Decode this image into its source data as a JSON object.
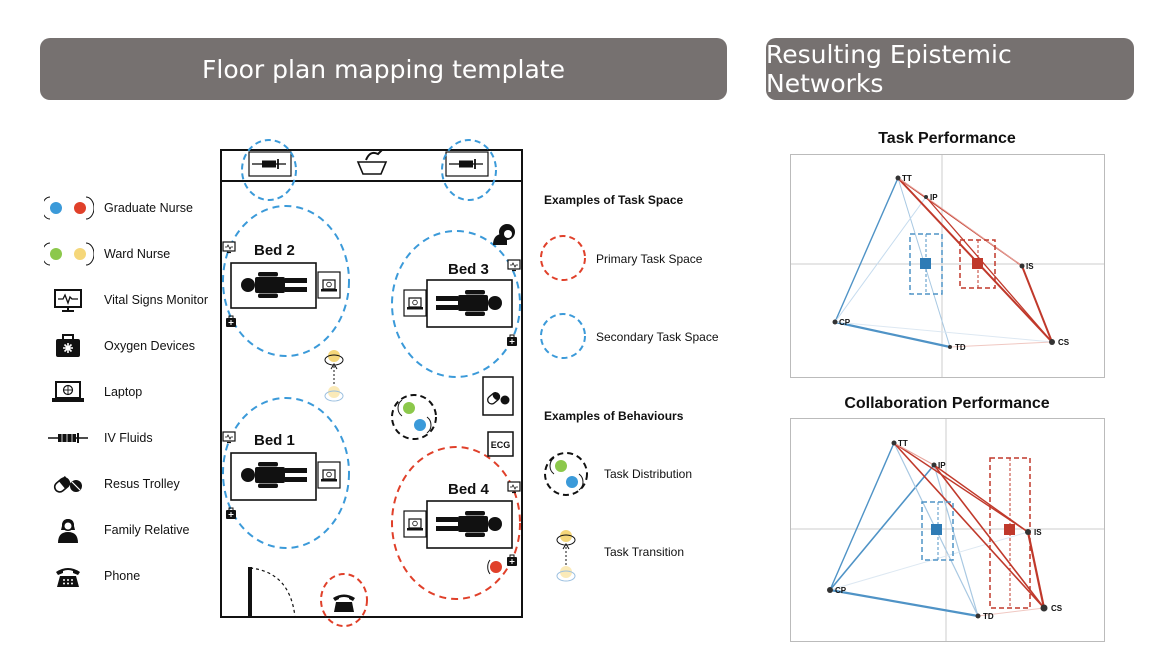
{
  "banners": {
    "left": "Floor plan mapping template",
    "right": "Resulting Epistemic Networks"
  },
  "legend": [
    {
      "id": "graduate-nurse",
      "label": "Graduate Nurse"
    },
    {
      "id": "ward-nurse",
      "label": "Ward Nurse"
    },
    {
      "id": "vital-signs-monitor",
      "label": "Vital Signs Monitor"
    },
    {
      "id": "oxygen-devices",
      "label": "Oxygen Devices"
    },
    {
      "id": "laptop",
      "label": "Laptop"
    },
    {
      "id": "iv-fluids",
      "label": "IV Fluids"
    },
    {
      "id": "resus-trolley",
      "label": "Resus Trolley"
    },
    {
      "id": "family-relative",
      "label": "Family Relative"
    },
    {
      "id": "phone",
      "label": "Phone"
    }
  ],
  "floorplan": {
    "beds": [
      "Bed 2",
      "Bed 3",
      "Bed 1",
      "Bed 4"
    ],
    "ecg": "ECG"
  },
  "task_space": {
    "heading": "Examples of Task Space",
    "primary": "Primary Task Space",
    "secondary": "Secondary Task Space"
  },
  "behaviours": {
    "heading": "Examples of Behaviours",
    "distribution": "Task Distribution",
    "transition": "Task Transition"
  },
  "colors": {
    "graduate": "#3b9ad9",
    "red": "#e0402a",
    "green": "#8cc84b",
    "yellow": "#f5d77a",
    "blue_net": "#4f93c6",
    "red_net": "#c0392b"
  },
  "networks": [
    {
      "title": "Task Performance",
      "nodes": {
        "TT": "TT",
        "IP": "IP",
        "IS": "IS",
        "CP": "CP",
        "TD": "TD",
        "CS": "CS"
      }
    },
    {
      "title": "Collaboration Performance",
      "nodes": {
        "TT": "TT",
        "IP": "IP",
        "IS": "IS",
        "CP": "CP",
        "TD": "TD",
        "CS": "CS"
      }
    }
  ]
}
